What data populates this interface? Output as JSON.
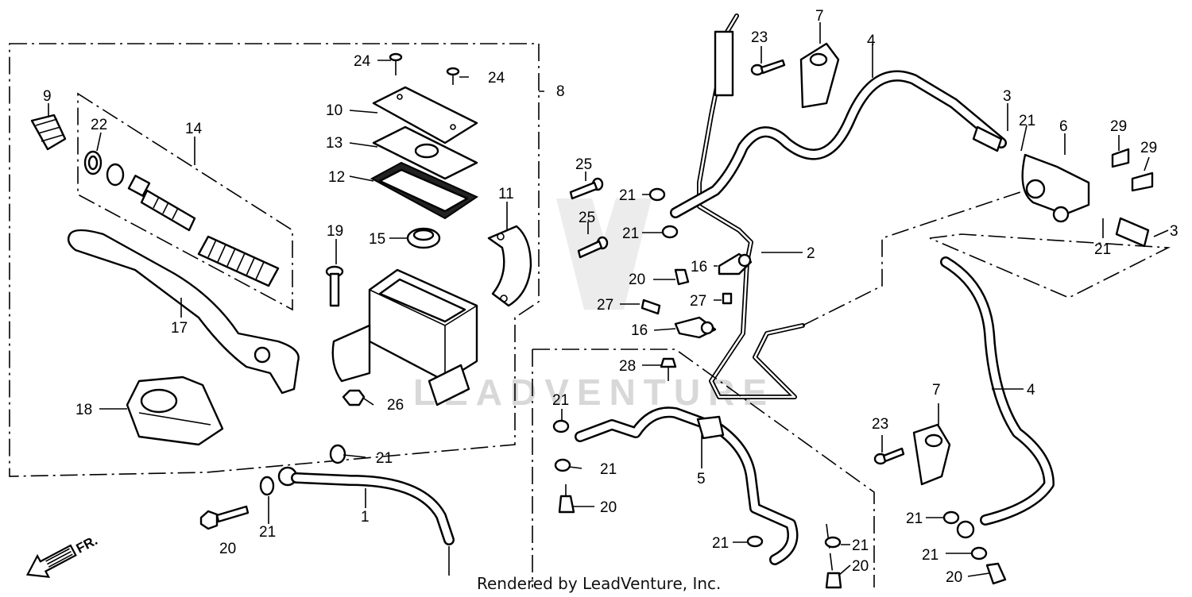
{
  "diagram": {
    "callouts": [
      {
        "id": "c-24a",
        "text": "24"
      },
      {
        "id": "c-24b",
        "text": "24"
      },
      {
        "id": "c-8",
        "text": "8"
      },
      {
        "id": "c-9",
        "text": "9"
      },
      {
        "id": "c-22",
        "text": "22"
      },
      {
        "id": "c-14",
        "text": "14"
      },
      {
        "id": "c-10",
        "text": "10"
      },
      {
        "id": "c-13",
        "text": "13"
      },
      {
        "id": "c-12",
        "text": "12"
      },
      {
        "id": "c-11",
        "text": "11"
      },
      {
        "id": "c-19",
        "text": "19"
      },
      {
        "id": "c-15",
        "text": "15"
      },
      {
        "id": "c-17",
        "text": "17"
      },
      {
        "id": "c-18",
        "text": "18"
      },
      {
        "id": "c-26",
        "text": "26"
      },
      {
        "id": "c-21a",
        "text": "21"
      },
      {
        "id": "c-1",
        "text": "1"
      },
      {
        "id": "c-20a",
        "text": "20"
      },
      {
        "id": "c-21b",
        "text": "21"
      },
      {
        "id": "c-23a",
        "text": "23"
      },
      {
        "id": "c-7a",
        "text": "7"
      },
      {
        "id": "c-4a",
        "text": "4"
      },
      {
        "id": "c-3a",
        "text": "3"
      },
      {
        "id": "c-21c",
        "text": "21"
      },
      {
        "id": "c-6",
        "text": "6"
      },
      {
        "id": "c-29a",
        "text": "29"
      },
      {
        "id": "c-29b",
        "text": "29"
      },
      {
        "id": "c-3b",
        "text": "3"
      },
      {
        "id": "c-21d",
        "text": "21"
      },
      {
        "id": "c-25a",
        "text": "25"
      },
      {
        "id": "c-21e",
        "text": "21"
      },
      {
        "id": "c-25b",
        "text": "25"
      },
      {
        "id": "c-21f",
        "text": "21"
      },
      {
        "id": "c-2",
        "text": "2"
      },
      {
        "id": "c-16a",
        "text": "16"
      },
      {
        "id": "c-20b",
        "text": "20"
      },
      {
        "id": "c-27a",
        "text": "27"
      },
      {
        "id": "c-27b",
        "text": "27"
      },
      {
        "id": "c-16b",
        "text": "16"
      },
      {
        "id": "c-28",
        "text": "28"
      },
      {
        "id": "c-21g",
        "text": "21"
      },
      {
        "id": "c-5",
        "text": "5"
      },
      {
        "id": "c-21h",
        "text": "21"
      },
      {
        "id": "c-20c",
        "text": "20"
      },
      {
        "id": "c-21i",
        "text": "21"
      },
      {
        "id": "c-21j",
        "text": "21"
      },
      {
        "id": "c-20d",
        "text": "20"
      },
      {
        "id": "c-7b",
        "text": "7"
      },
      {
        "id": "c-23b",
        "text": "23"
      },
      {
        "id": "c-4b",
        "text": "4"
      },
      {
        "id": "c-21k",
        "text": "21"
      },
      {
        "id": "c-21l",
        "text": "21"
      },
      {
        "id": "c-20e",
        "text": "20"
      }
    ],
    "direction_label": "FR.",
    "footer": "Rendered by LeadVenture, Inc.",
    "watermark": "LEADVENTURE",
    "colors": {
      "ink": "#000000",
      "paper": "#ffffff",
      "watermark": "#d8d8d8"
    }
  }
}
